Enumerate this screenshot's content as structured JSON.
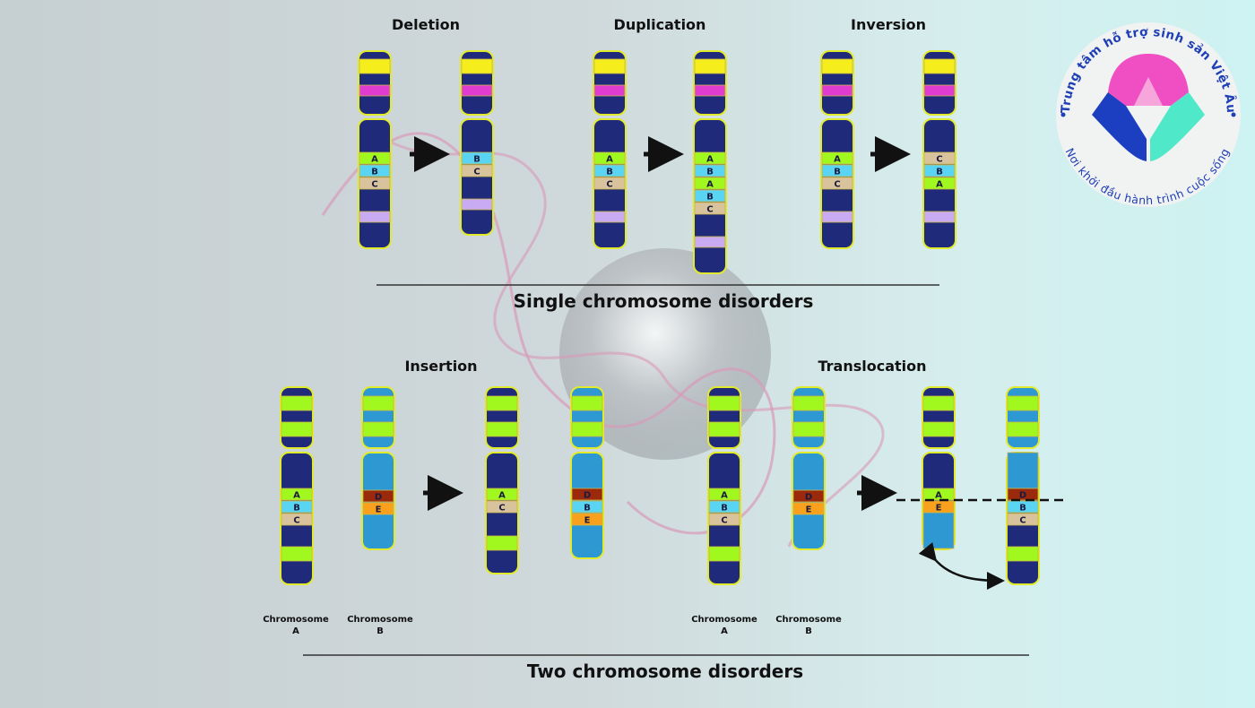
{
  "single": {
    "title": "Single chromosome disorders",
    "deletion": "Deletion",
    "duplication": "Duplication",
    "inversion": "Inversion"
  },
  "two": {
    "title": "Two chromosome disorders",
    "insertion": "Insertion",
    "translocation": "Translocation",
    "chrom_a_word": "Chromosome",
    "chrom_a_letter": "A",
    "chrom_b_word": "Chromosome",
    "chrom_b_letter": "B"
  },
  "bands": {
    "A": "A",
    "B": "B",
    "C": "C",
    "D": "D",
    "E": "E"
  },
  "logo": {
    "top_text": "Trung tâm hỗ trợ sinh sản Việt Âu",
    "bottom_text": "Nơi khởi đầu hành trình cuộc sống",
    "colors": {
      "pink": "#f04fc4",
      "light_pink": "#f7a6dc",
      "blue": "#1b3fc0",
      "mint": "#4fe8c8"
    }
  },
  "colors": {
    "navy": "#1f2a7a",
    "light_blue": "#2e98d2",
    "yellow": "#f5ee1c",
    "magenta": "#e03ccf",
    "green": "#a0f81e",
    "cyan": "#59d4f2",
    "tan": "#d8c39c",
    "lavender": "#c8abf2",
    "dark_red": "#9b2a0c",
    "orange": "#f9a11d"
  }
}
